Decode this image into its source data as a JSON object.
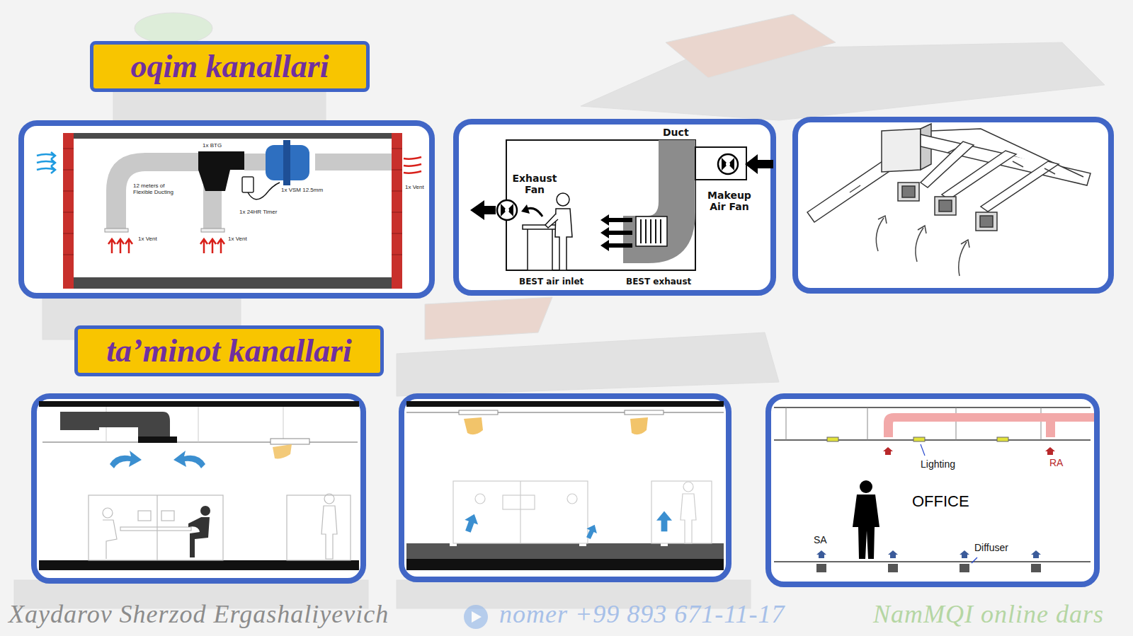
{
  "diagram": {
    "nodes": [
      {
        "text": [
          "oqim kanallari"
        ]
      },
      {
        "text": [
          "ta’minot kanallari"
        ]
      }
    ],
    "labels": [
      "1x BTG",
      "12 meters of Flexible Ducting",
      "1x VSM 12.5mm",
      "1x 24HR Timer",
      "1x Vent",
      "1x Vent",
      "1x Vent",
      "Duct",
      "Exhaust Fan",
      "Makeup Air Fan",
      "BEST air inlet",
      "BEST exhaust",
      "Lighting",
      "RA",
      "OFFICE",
      "SA",
      "Diffuser",
      "Xaydarov Sherzod Ergashaliyevich",
      "nomer +99 893 671-11-17",
      "NamMQI online dars"
    ]
  }
}
